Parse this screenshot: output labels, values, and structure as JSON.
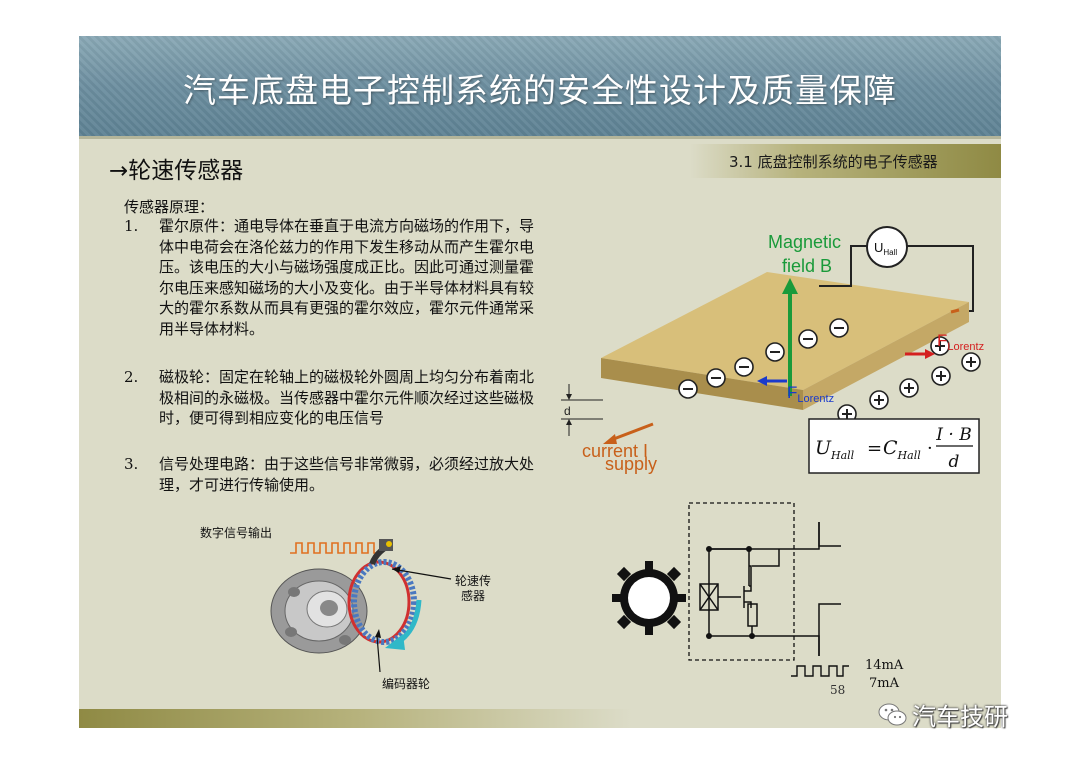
{
  "slide": {
    "title": "汽车底盘电子控制系统的安全性设计及质量保障",
    "section_tag": "3.1 底盘控制系统的电子传感器",
    "heading": "→轮速传感器",
    "principle_title": "传感器原理：",
    "items": [
      {
        "num": "1.",
        "text": "霍尔原件：通电导体在垂直于电流方向磁场的作用下，导体中电荷会在洛伦兹力的作用下发生移动从而产生霍尔电压。该电压的大小与磁场强度成正比。因此可通过测量霍尔电压来感知磁场的大小及变化。由于半导体材料具有较大的霍尔系数从而具有更强的霍尔效应，霍尔元件通常采用半导体材料。"
      },
      {
        "num": "2.",
        "text": "磁极轮：固定在轮轴上的磁极轮外圆周上均匀分布着南北极相间的永磁极。当传感器中霍尔元件顺次经过这些磁极时，便可得到相应变化的电压信号"
      },
      {
        "num": "3.",
        "text": "信号处理电路：由于这些信号非常微弱，必须经过放大处理，才可进行传输使用。"
      }
    ],
    "page_number": "58"
  },
  "hall_diagram": {
    "magnetic_field_line1": "Magnetic",
    "magnetic_field_line2": "field B",
    "u_hall_main": "U",
    "u_hall_sub": "Hall",
    "f_main": "F",
    "f_sub": "Lorentz",
    "thickness_label": "d",
    "supply_line1": "supply",
    "supply_line2": "current I",
    "formula": {
      "u": "U",
      "u_sub": "Hall",
      "eq": "=",
      "c": "C",
      "c_sub": "Hall",
      "dot": "·",
      "numerator": "I · B",
      "denominator": "d"
    },
    "colors": {
      "field": "#1a9a3a",
      "force_top": "#d42020",
      "force_bottom": "#1a3acc",
      "current": "#c8601a",
      "plate": "#d8bf7a"
    }
  },
  "wheel_figure": {
    "digital_signal_label": "数字信号输出",
    "sensor_label_line1": "轮速传",
    "sensor_label_line2": "感器",
    "encoder_label": "编码器轮"
  },
  "circuit_figure": {
    "high_current": "14mA",
    "low_current": "7mA"
  },
  "watermark": {
    "text": "汽车技研",
    "icon": "wechat-icon"
  }
}
